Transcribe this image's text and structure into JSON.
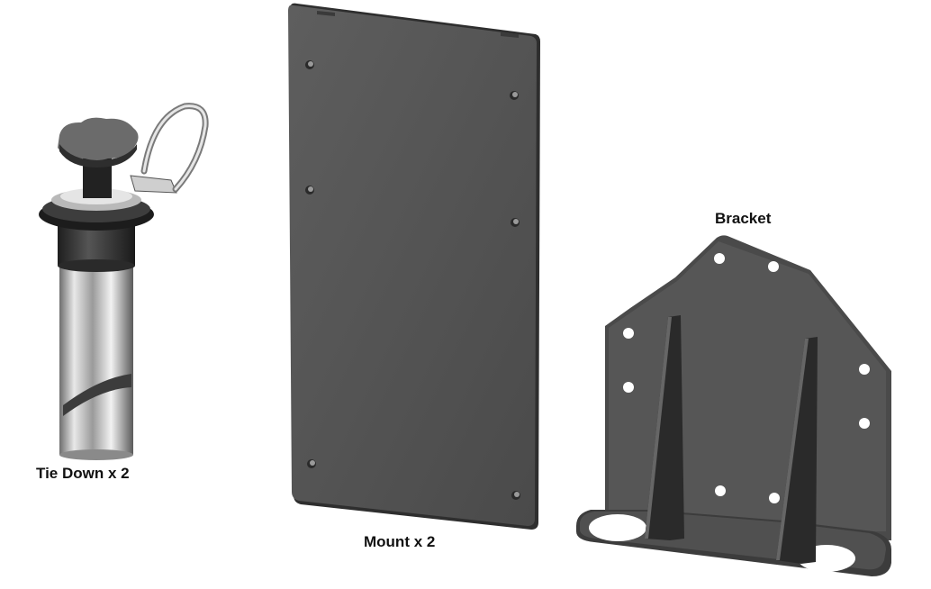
{
  "parts": {
    "tie_down": {
      "label": "Tie Down x 2",
      "icon": "tie-down-pin-icon"
    },
    "mount": {
      "label": "Mount x 2",
      "icon": "mount-plate-icon"
    },
    "bracket": {
      "label": "Bracket",
      "icon": "bracket-icon"
    }
  },
  "colors": {
    "plate": "#565656",
    "plate_dark": "#3a3a3a",
    "metal": "#c9c9c9",
    "background": "#ffffff"
  }
}
